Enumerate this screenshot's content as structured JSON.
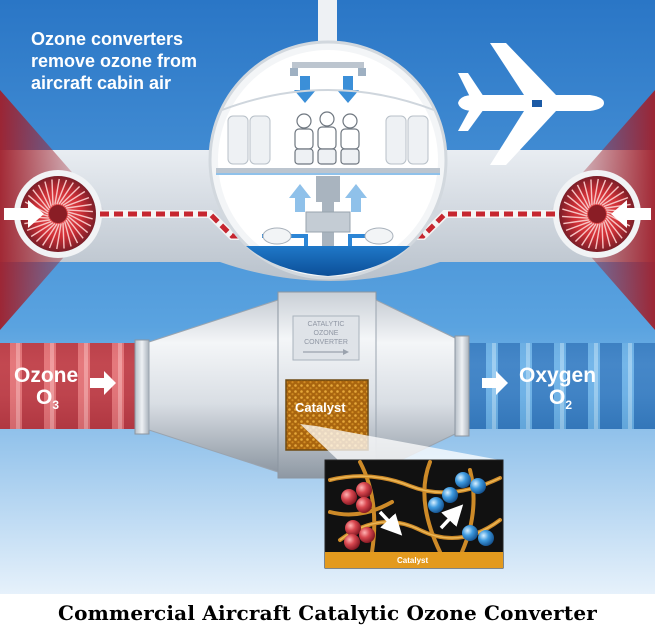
{
  "headline": [
    "Ozone converters",
    "remove ozone from",
    "aircraft cabin air"
  ],
  "labels": {
    "ozone": "Ozone",
    "o3_letter": "O",
    "o3_sub": "3",
    "oxygen": "Oxygen",
    "o2_letter": "O",
    "o2_sub": "2",
    "catalyst_window": "Catalyst",
    "catalyst_inset": "Catalyst",
    "plate": [
      "CATALYTIC",
      "OZONE",
      "CONVERTER"
    ]
  },
  "caption": "Commercial Aircraft Catalytic Ozone Converter",
  "icons": {
    "airplane": "airplane-silhouette-icon",
    "engine": "jet-engine-fan-icon",
    "arrow": "airflow-arrow-icon"
  },
  "colors": {
    "sky": "#2f7fcf",
    "ozone_red": "#c8252f",
    "oxygen_blue": "#2f8fd8",
    "catalyst_gold": "#c98a1c",
    "text_white": "#ffffff"
  }
}
